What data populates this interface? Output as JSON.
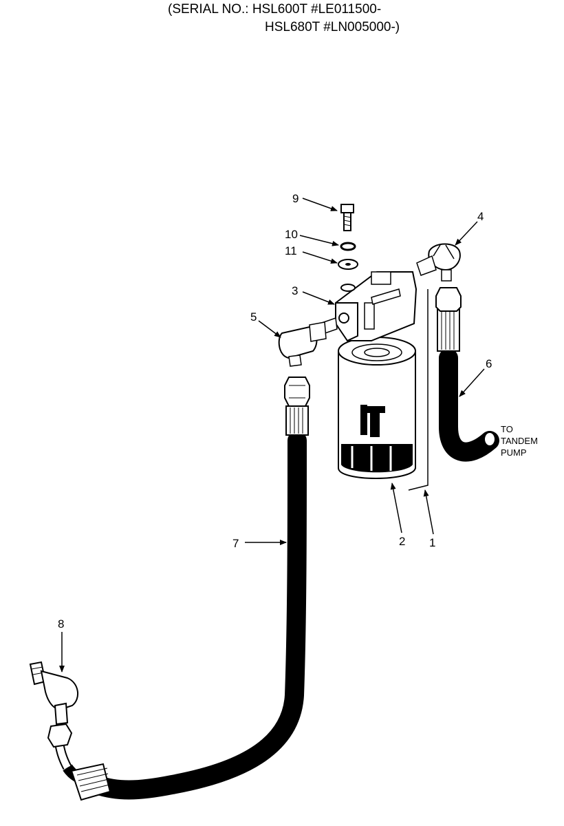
{
  "header": {
    "serial_line1": "(SERIAL NO.: HSL600T #LE011500-",
    "serial_line2": "HSL680T #LN005000-)"
  },
  "callouts": {
    "c1": "1",
    "c2": "2",
    "c3": "3",
    "c4": "4",
    "c5": "5",
    "c6": "6",
    "c7": "7",
    "c8": "8",
    "c9": "9",
    "c10": "10",
    "c11": "11"
  },
  "note": {
    "line1": "TO",
    "line2": "TANDEM",
    "line3": "PUMP"
  }
}
